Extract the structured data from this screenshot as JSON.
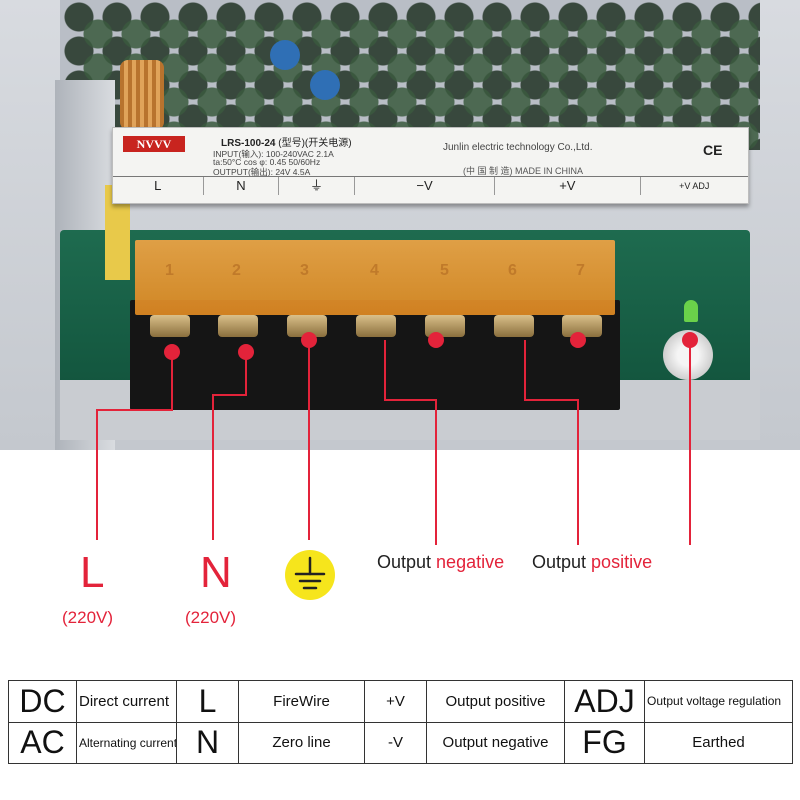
{
  "label_plate": {
    "brand": "NVVV",
    "model": "LRS-100-24",
    "model_cn": "(型号)(开关电源)",
    "input_line": "INPUT(输入): 100-240VAC 2.1A",
    "temp_line": "ta:50°C  cos φ: 0.45  50/60Hz",
    "output_line": "OUTPUT(输出): 24V 4.5A",
    "company": "Junlin electric technology Co.,Ltd.",
    "made_in": "(中 国 制 造) MADE IN CHINA",
    "ce": "CE",
    "terminals": [
      "L",
      "N",
      "⏚",
      "−V",
      "+V",
      "+V ADJ"
    ]
  },
  "terminal_numbers": [
    "1",
    "2",
    "3",
    "4",
    "5",
    "6",
    "7"
  ],
  "callouts": {
    "L": {
      "letter": "L",
      "voltage": "(220V)"
    },
    "N": {
      "letter": "N",
      "voltage": "(220V)"
    },
    "ground": {
      "icon": "ground-icon"
    },
    "out_negative": {
      "prefix": "Output ",
      "word": "negative"
    },
    "out_positive": {
      "prefix": "Output ",
      "word": "positive"
    }
  },
  "legend": {
    "rows": [
      [
        {
          "symbol": "DC",
          "desc": "Direct current"
        },
        {
          "symbol": "L",
          "desc": "FireWire"
        },
        {
          "symbol": "+V",
          "desc": "Output positive"
        },
        {
          "symbol": "ADJ",
          "desc": "Output voltage regulation"
        }
      ],
      [
        {
          "symbol": "AC",
          "desc": "Alternating current"
        },
        {
          "symbol": "N",
          "desc": "Zero line"
        },
        {
          "symbol": "-V",
          "desc": "Output negative"
        },
        {
          "symbol": "FG",
          "desc": "Earthed"
        }
      ]
    ]
  },
  "colors": {
    "accent_red": "#e3233a",
    "ground_yellow": "#f6e51c",
    "terminal_cover": "#e08a22"
  }
}
